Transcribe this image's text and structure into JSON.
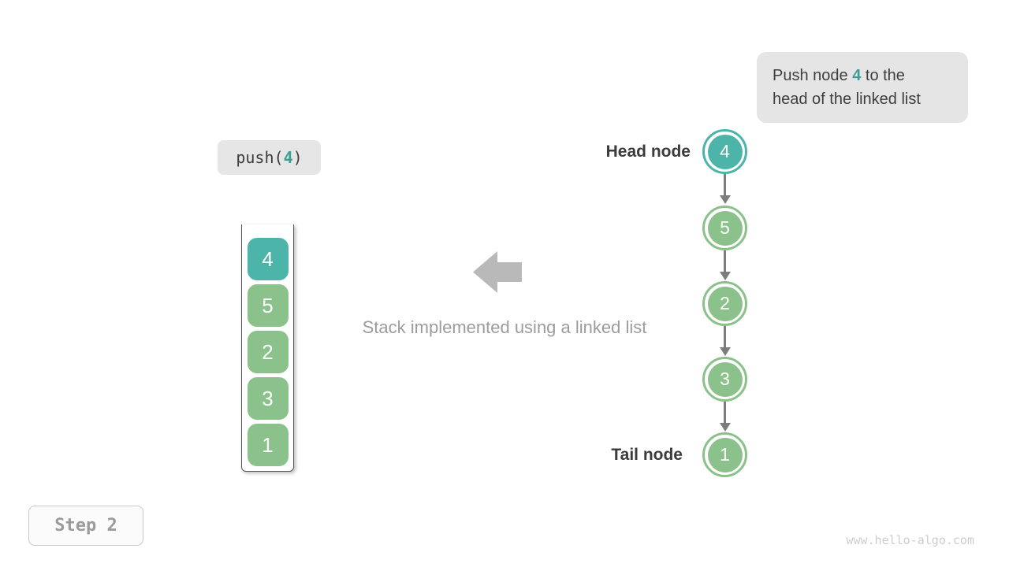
{
  "colors": {
    "teal": "#4db4aa",
    "green": "#8bc18a",
    "teal_text": "#3d9f93",
    "arrow_gray": "#7d7d7d",
    "block_arrow_gray": "#b9b9b9",
    "caption_gray": "#9c9c9c",
    "annotation_bg": "#e5e5e5",
    "label_dark": "#3b3b3b"
  },
  "annotation": {
    "prefix": "Push node ",
    "highlight": "4",
    "suffix": " to the",
    "line2": "head of the linked list"
  },
  "code_call": {
    "prefix": "push(",
    "arg": "4",
    "suffix": ")"
  },
  "stack": {
    "items": [
      {
        "value": "4",
        "color": "teal"
      },
      {
        "value": "5",
        "color": "green"
      },
      {
        "value": "2",
        "color": "green"
      },
      {
        "value": "3",
        "color": "green"
      },
      {
        "value": "1",
        "color": "green"
      }
    ]
  },
  "linked_list": {
    "head_label": "Head node",
    "tail_label": "Tail node",
    "nodes": [
      {
        "value": "4",
        "color": "teal"
      },
      {
        "value": "5",
        "color": "green"
      },
      {
        "value": "2",
        "color": "green"
      },
      {
        "value": "3",
        "color": "green"
      },
      {
        "value": "1",
        "color": "green"
      }
    ]
  },
  "caption": "Stack implemented using a linked list",
  "step_badge": "Step 2",
  "watermark": "www.hello-algo.com"
}
